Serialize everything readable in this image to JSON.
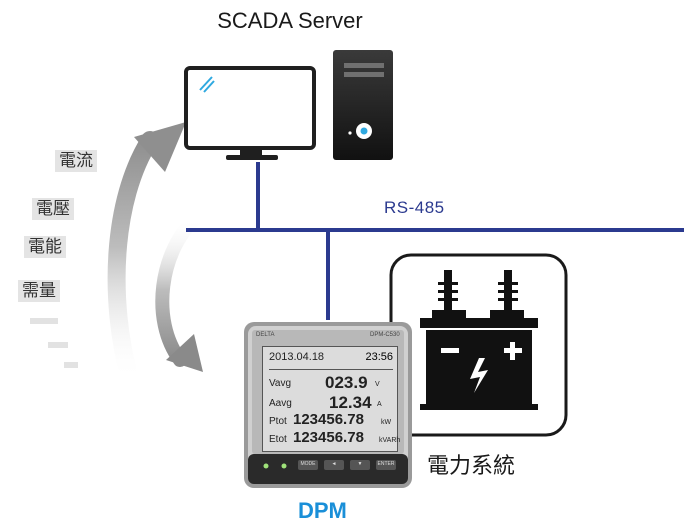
{
  "server": {
    "title": "SCADA Server"
  },
  "bus": {
    "label": "RS-485"
  },
  "meter": {
    "label": "DPM",
    "brand": "DELTA",
    "model": "DPM-C530",
    "screen": {
      "date": "2013.04.18",
      "time": "23:56",
      "rows": [
        {
          "key": "Vavg",
          "value": "023.9",
          "unit": "V"
        },
        {
          "key": "Aavg",
          "value": "12.34",
          "unit": "A"
        },
        {
          "key": "Ptot",
          "value": "123456.78",
          "unit": "kW"
        },
        {
          "key": "Etot",
          "value": "123456.78",
          "unit": "kVARh"
        }
      ]
    },
    "buttons": [
      "MODE",
      "◄",
      "▼",
      "ENTER"
    ]
  },
  "power_system": {
    "label": "電力系統"
  },
  "data_tags": [
    "電流",
    "電壓",
    "電能",
    "需量"
  ],
  "colors": {
    "bus": "#2b3a8f",
    "dpm_label": "#1a8fd8",
    "arrow": "#9a9a9a"
  }
}
